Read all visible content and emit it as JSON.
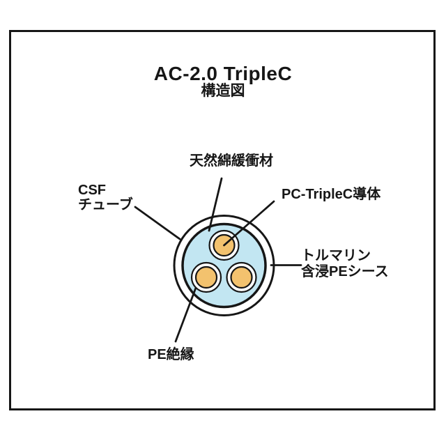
{
  "title": "AC-2.0 TripleC",
  "subtitle": "構造図",
  "labels": {
    "cotton": "天然綿緩衝材",
    "csf_line1": "CSF",
    "csf_line2": "チューブ",
    "conductor": "PC-TripleC導体",
    "sheath_line1": "トルマリン",
    "sheath_line2": "含浸PEシース",
    "insulation": "PE絶縁"
  },
  "colors": {
    "tube-fill": "#c2e6f2",
    "conductor-fill": "#f3c26e",
    "line": "#161616",
    "background": "#ffffff"
  }
}
